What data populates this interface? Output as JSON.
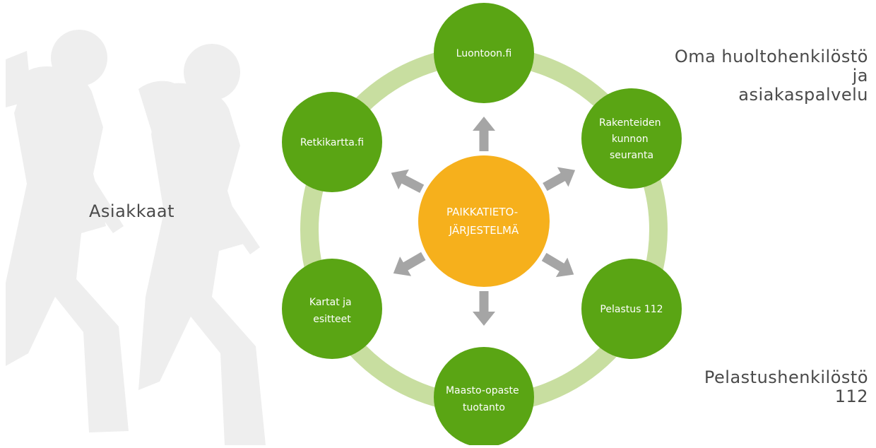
{
  "colors": {
    "node_green": "#5aa514",
    "center_orange": "#f6b01c",
    "ring_light_green": "#c8dea0",
    "arrow_gray": "#a5a5a5",
    "silhouette_gray": "#eeeeee",
    "label_dark_gray": "#4a4a4a"
  },
  "center": {
    "lines": [
      "PAIKKATIETO-",
      "JÄRJESTELMÄ"
    ]
  },
  "nodes": [
    {
      "id": "luontoon",
      "lines": [
        "Luontoon.fi"
      ]
    },
    {
      "id": "rakenteiden",
      "lines": [
        "Rakenteiden",
        "kunnon",
        "seuranta"
      ]
    },
    {
      "id": "pelastus",
      "lines": [
        "Pelastus 112"
      ]
    },
    {
      "id": "maasto",
      "lines": [
        "Maasto-opaste",
        "tuotanto"
      ]
    },
    {
      "id": "kartat",
      "lines": [
        "Kartat ja",
        "esitteet"
      ]
    },
    {
      "id": "retkikartta",
      "lines": [
        "Retkikartta.fi"
      ]
    }
  ],
  "side_labels": {
    "customers": "Asiakkaat",
    "maintenance": [
      "Oma huoltohenkilöstö",
      "ja",
      "asiakaspalvelu"
    ],
    "rescue": [
      "Pelastushenkilöstö",
      "112"
    ]
  },
  "icons": {
    "background": "hikers-silhouette-icon",
    "arrows": "arrow-icon"
  }
}
